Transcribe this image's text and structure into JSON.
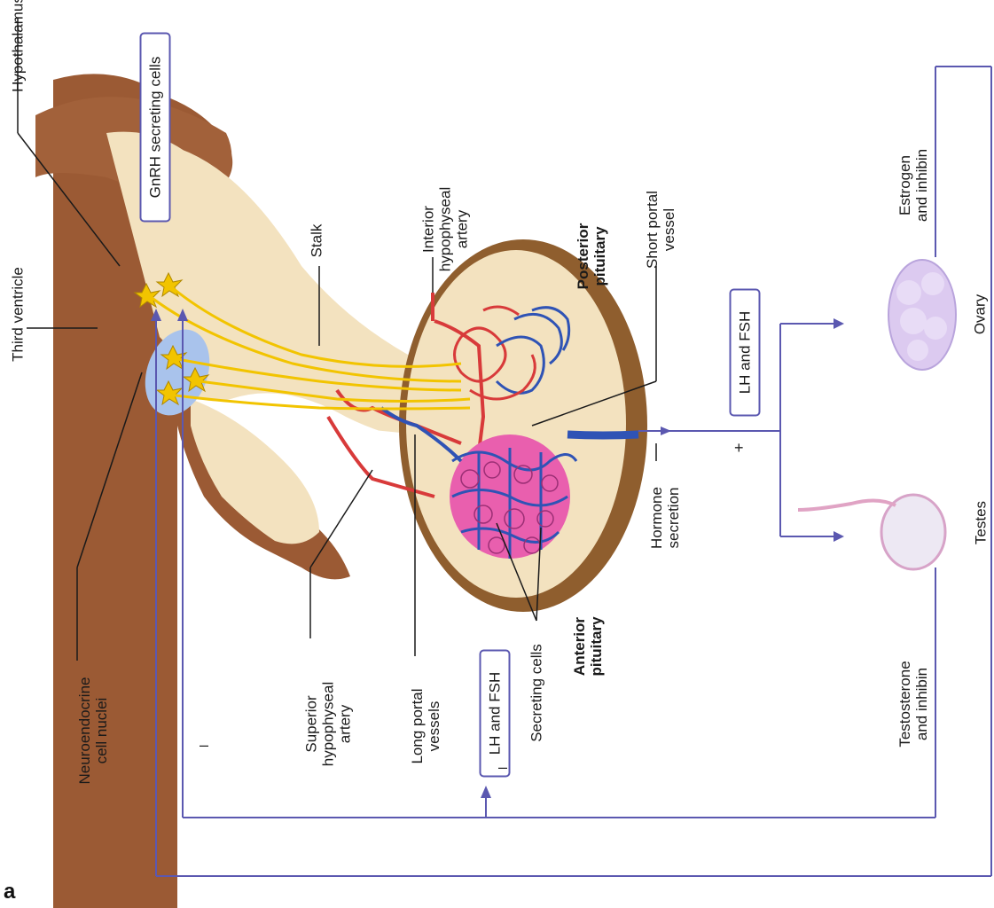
{
  "panel_label": "a",
  "labels": {
    "hypothalamus": "Hypothalamus",
    "third_ventricle": "Third ventricle",
    "gnrh_cells": "GnRH secreting cells",
    "stalk": "Stalk",
    "interior_artery_l1": "Interior",
    "interior_artery_l2": "hypophyseal",
    "interior_artery_l3": "artery",
    "posterior_l1": "Posterior",
    "posterior_l2": "pituitary",
    "short_portal_l1": "Short portal",
    "short_portal_l2": "vessel",
    "lh_fsh_right": "LH and FSH",
    "estrogen_l1": "Estrogen",
    "estrogen_l2": "and inhibin",
    "ovary": "Ovary",
    "hormone_l1": "Hormone",
    "hormone_l2": "secretion",
    "testes": "Testes",
    "neuro_l1": "Neuroendocrine",
    "neuro_l2": "cell nuclei",
    "superior_l1": "Superior",
    "superior_l2": "hypophyseal",
    "superior_l3": "artery",
    "long_portal_l1": "Long portal",
    "long_portal_l2": "vessels",
    "lh_fsh_left": "LH and FSH",
    "secreting": "Secreting cells",
    "anterior_l1": "Anterior",
    "anterior_l2": "pituitary",
    "testosterone_l1": "Testosterone",
    "testosterone_l2": "and inhibin"
  },
  "signs": {
    "minus_left": "–",
    "minus_mid": "–",
    "plus": "+"
  },
  "colors": {
    "brain": "#9b5a34",
    "tissue": "#f3e2bf",
    "rim": "#8f5e2e",
    "nerve": "#f2c400",
    "artery": "#d83a3a",
    "vein": "#2f53b5",
    "secretory": "#e95fae",
    "arrow": "#5b58b0",
    "nucleus": "#a9c3ec"
  }
}
